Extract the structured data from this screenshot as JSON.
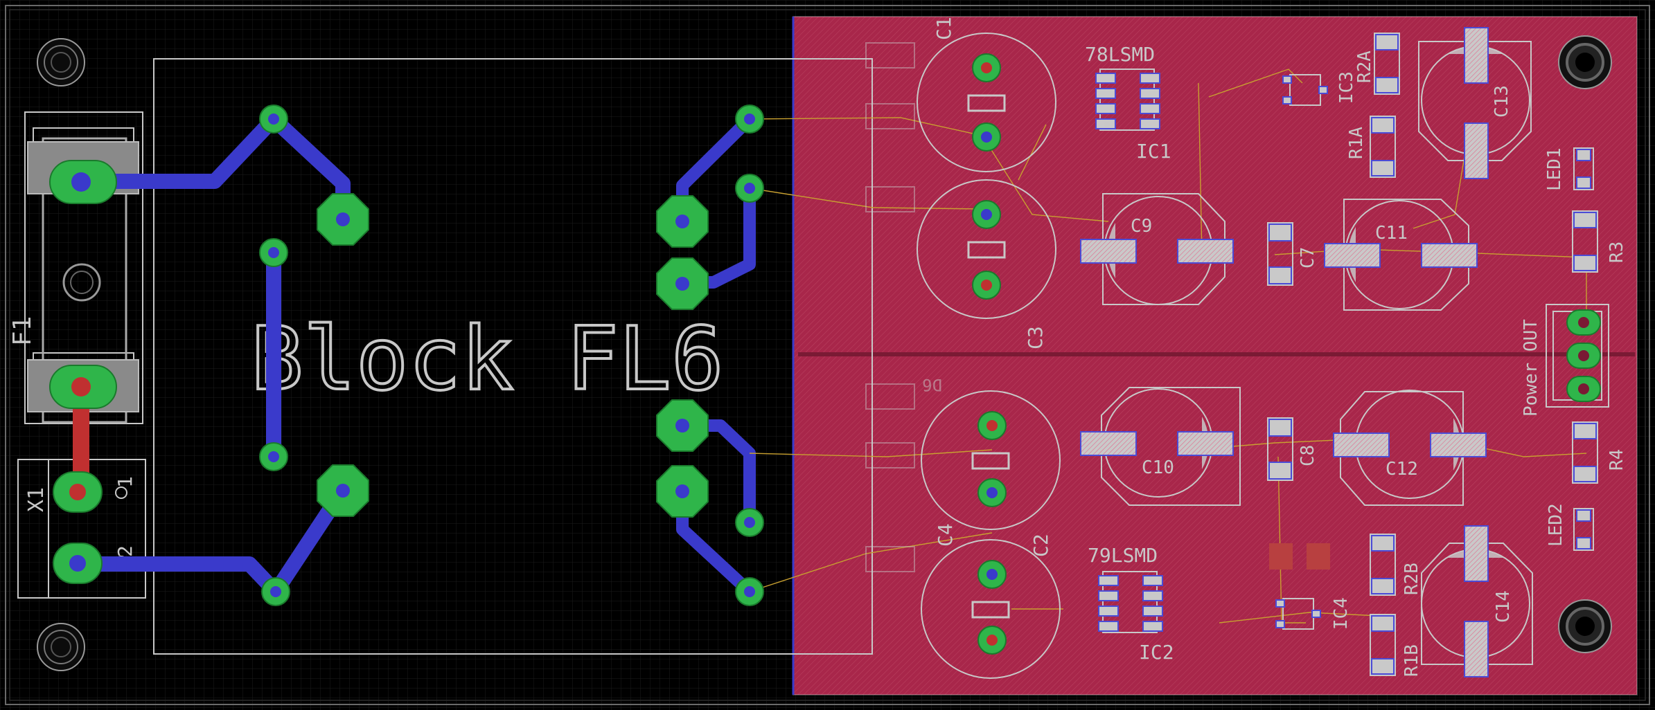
{
  "app": {
    "name": "PCB layout editor",
    "view": "board"
  },
  "colors": {
    "background": "#000000",
    "grid": "#1e1e1e",
    "copper_pour": "#a8264a",
    "top_trace": "#c03030",
    "bottom_trace": "#3a3acb",
    "pad": "#2fb54a",
    "silkscreen": "#c8c8c8",
    "airwire": "#c8a030",
    "smd_pad": "#c9c9c9"
  },
  "board": {
    "block_label": "Block FL6",
    "fuse_label": "F1",
    "connector_label": "X1",
    "connector_pins": [
      "1",
      "2"
    ]
  },
  "components": {
    "regulator_pos_value": "78LSMD",
    "regulator_pos_name": "IC1",
    "regulator_neg_value": "79LSMD",
    "regulator_neg_name": "IC2",
    "ic3": "IC3",
    "ic4": "IC4",
    "c1": "C1",
    "c2": "C2",
    "c3": "C3",
    "c4": "C4",
    "c7": "C7",
    "c8": "C8",
    "c9": "C9",
    "c10": "C10",
    "c11": "C11",
    "c12": "C12",
    "c13": "C13",
    "c14": "C14",
    "r1a": "R1A",
    "r2a": "R2A",
    "r1b": "R1B",
    "r2b": "R2B",
    "r3": "R3",
    "r4": "R4",
    "led1": "LED1",
    "led2": "LED2",
    "power_out": "Power OUT",
    "d6": "D6"
  }
}
